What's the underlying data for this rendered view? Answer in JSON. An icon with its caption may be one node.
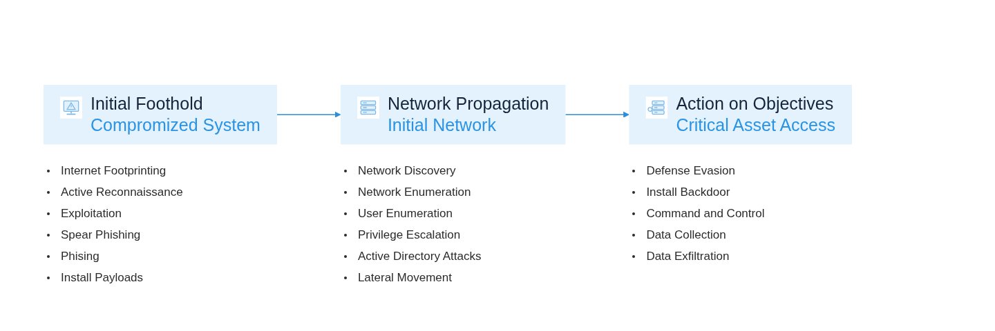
{
  "diagram": {
    "nodes": [
      {
        "text": [
          "Initial Foothold",
          "Compromized System"
        ],
        "beside": [
          "Internet Footprinting",
          "Active Reconnaissance",
          "Exploitation",
          "Spear Phishing",
          "Phising",
          "Install Payloads"
        ]
      },
      {
        "text": [
          "Network Propagation",
          "Initial Network"
        ],
        "beside": [
          "Network Discovery",
          "Network Enumeration",
          "User Enumeration",
          "Privilege Escalation",
          "Active Directory Attacks",
          "Lateral Movement"
        ]
      },
      {
        "text": [
          "Action on Objectives",
          "Critical Asset Access"
        ],
        "beside": [
          "Defense Evasion",
          "Install Backdoor",
          "Command and Control",
          "Data Collection",
          "Data Exfiltration"
        ]
      }
    ],
    "edges": [
      {
        "from": 0,
        "to": 1,
        "arrow": "to"
      },
      {
        "from": 1,
        "to": 2,
        "arrow": "to"
      }
    ]
  }
}
